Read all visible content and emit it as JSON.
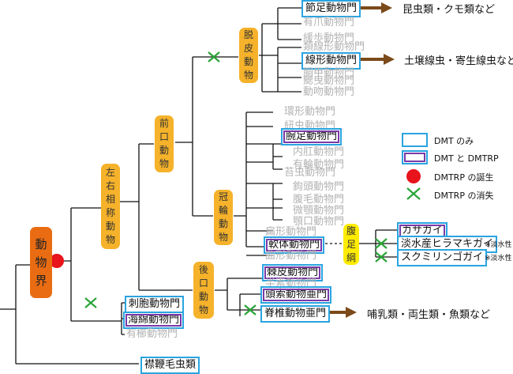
{
  "root": {
    "chars": [
      "動",
      "物",
      "界"
    ]
  },
  "clades": {
    "lr": {
      "chars": [
        "左",
        "右",
        "相",
        "称",
        "動",
        "物"
      ]
    },
    "front": {
      "chars": [
        "前",
        "口",
        "動",
        "物"
      ]
    },
    "molt": {
      "chars": [
        "脱",
        "皮",
        "動",
        "物"
      ]
    },
    "crown": {
      "chars": [
        "冠",
        "輪",
        "動",
        "物"
      ]
    },
    "back": {
      "chars": [
        "後",
        "口",
        "動",
        "物"
      ]
    },
    "gastro": {
      "chars": [
        "腹",
        "足",
        "綱"
      ]
    }
  },
  "phyla": {
    "arthropod": "節足動物門",
    "onychophora": "有爪動物門",
    "tardigrada": "緩歩動物門",
    "nematomorpha": "類線形動物門",
    "nematoda": "線形動物門",
    "priapulida": "胴甲動物門",
    "kinorhyncha": "鰓曳動物門",
    "loricifera": "動吻動物門",
    "annelida": "環形動物門",
    "nemertea": "紐虫動物門",
    "brachiopoda": "腕足動物門",
    "entoprocta": "内肛動物門",
    "rotifera": "有輪動物門",
    "platyhelminthes": "扁形動物門",
    "acanthocephala": "鉤頭動物門",
    "gastrotricha": "腹毛動物門",
    "micrognathozoa": "微顎動物門",
    "gnathostomulida": "顎口動物門",
    "cycliophora": "曲形動物門",
    "mollusca": "軟体動物門",
    "ectoprocta": "苔虫動物門",
    "echinodermata": "棘皮動物門",
    "hemichordata": "半索動物門",
    "cephalochordata": "頭索動物亜門",
    "vertebrata": "脊椎動物亜門",
    "cnidaria": "刺胞動物門",
    "porifera": "海綿動物門",
    "ctenophora": "有櫛動物門",
    "choanoflagellata": "襟鞭毛虫類"
  },
  "snails": {
    "s1": "カサガイ",
    "s2": "淡水産ヒラマキガイ",
    "s3": "スクミリンゴガイ",
    "freshwater1": "※淡水性",
    "freshwater2": "※淡水性"
  },
  "notes": {
    "insects": "昆虫類・クモ類など",
    "nematodes": "土壌線虫・寄生線虫など",
    "mammals": "哺乳類・両生類・魚類など"
  },
  "legend": {
    "dmt_only": "DMT のみ",
    "dmt_dmtrp": "DMT と DMTRP",
    "birth": "DMTRP の誕生",
    "loss": "DMTRP の消失"
  },
  "colors": {
    "line": "#111111",
    "gray_text": "#b3b3b3",
    "blue_box": "#2aa4e0",
    "purple_box": "#7a3aa8",
    "orange": "#f5b22a",
    "root_orange": "#ea6c12",
    "yellow": "#ffec00",
    "arrow": "#7b4a1a",
    "birth": "#e8131b",
    "loss": "#2aa537"
  }
}
